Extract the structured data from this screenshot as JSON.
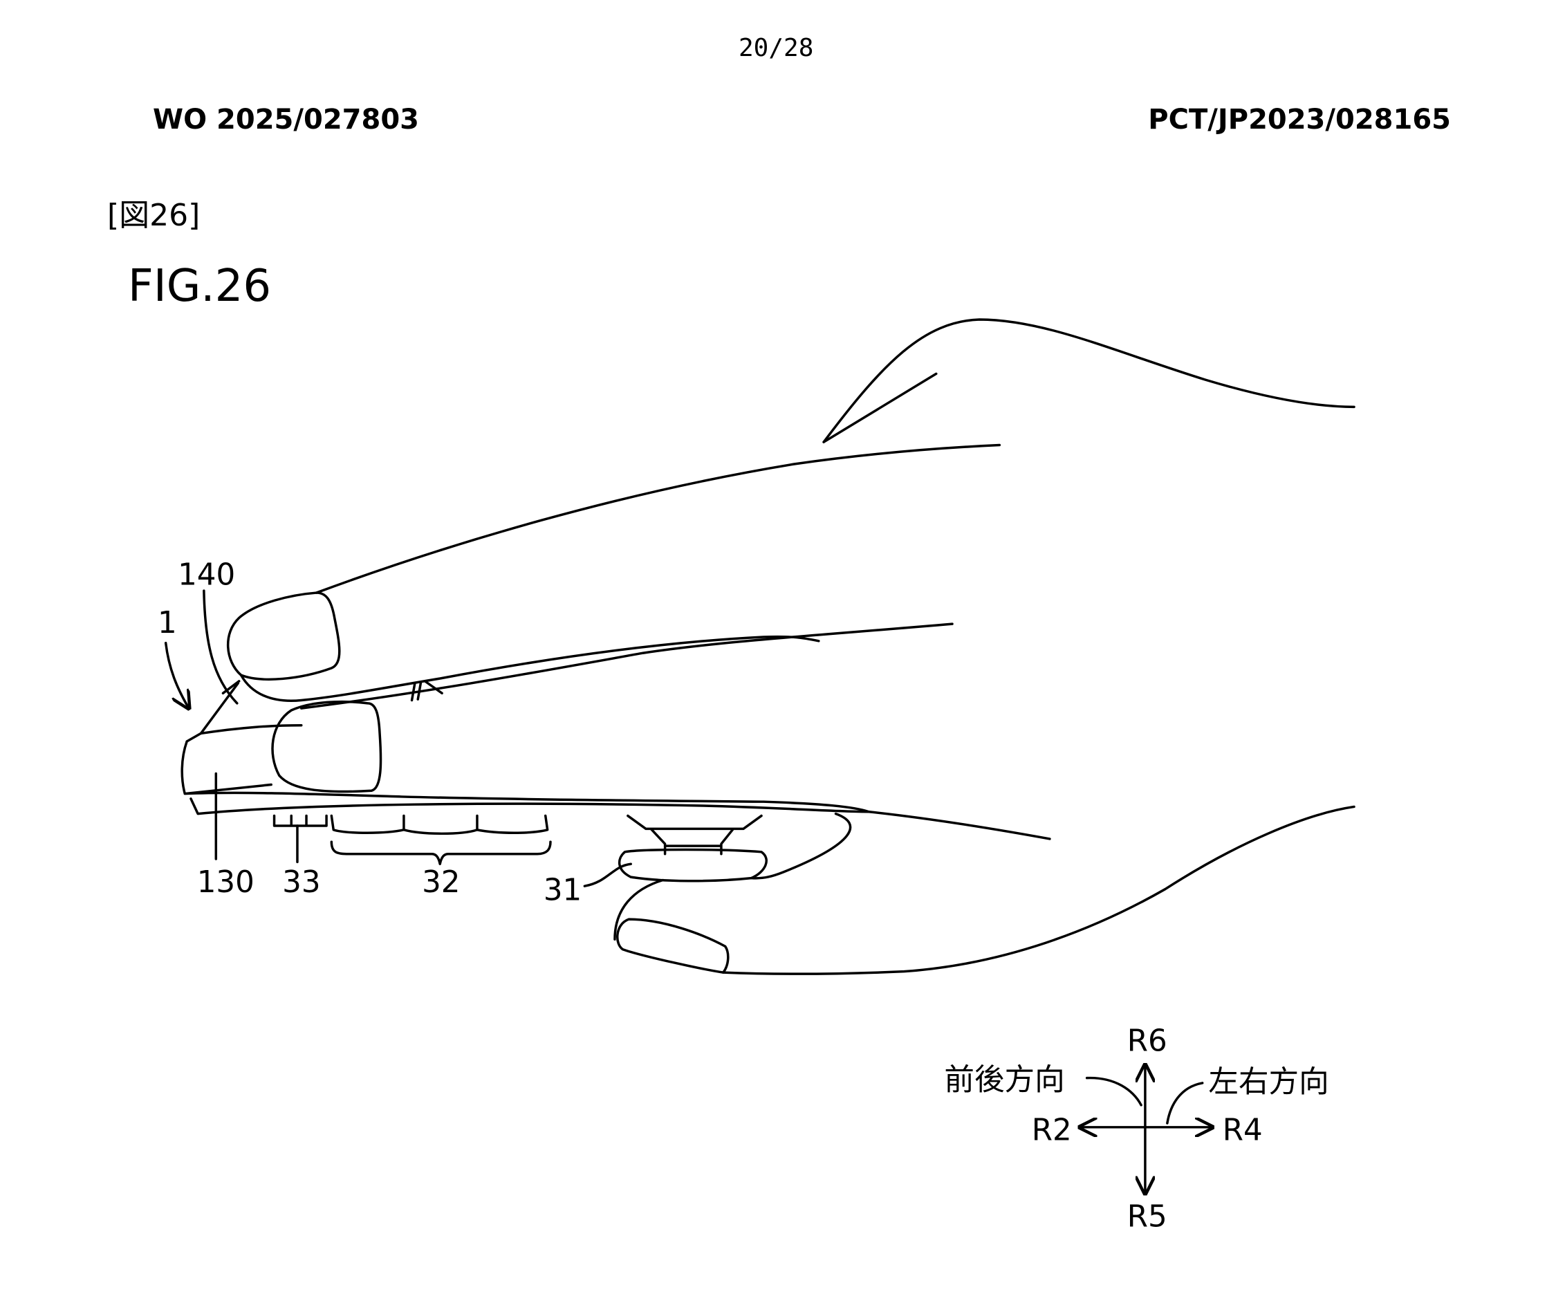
{
  "header": {
    "page_number": "20/28",
    "publication_number": "WO 2025/027803",
    "application_number": "PCT/JP2023/028165"
  },
  "figure": {
    "label_jp": "[図26]",
    "label_en": "FIG.26"
  },
  "reference_labels": {
    "device": "1",
    "part_140": "140",
    "part_130": "130",
    "part_33": "33",
    "part_32": "32",
    "part_31": "31"
  },
  "direction_legend": {
    "up": "R6",
    "down": "R5",
    "left": "R2",
    "right": "R4",
    "front_back": "前後方向",
    "left_right": "左右方向"
  }
}
